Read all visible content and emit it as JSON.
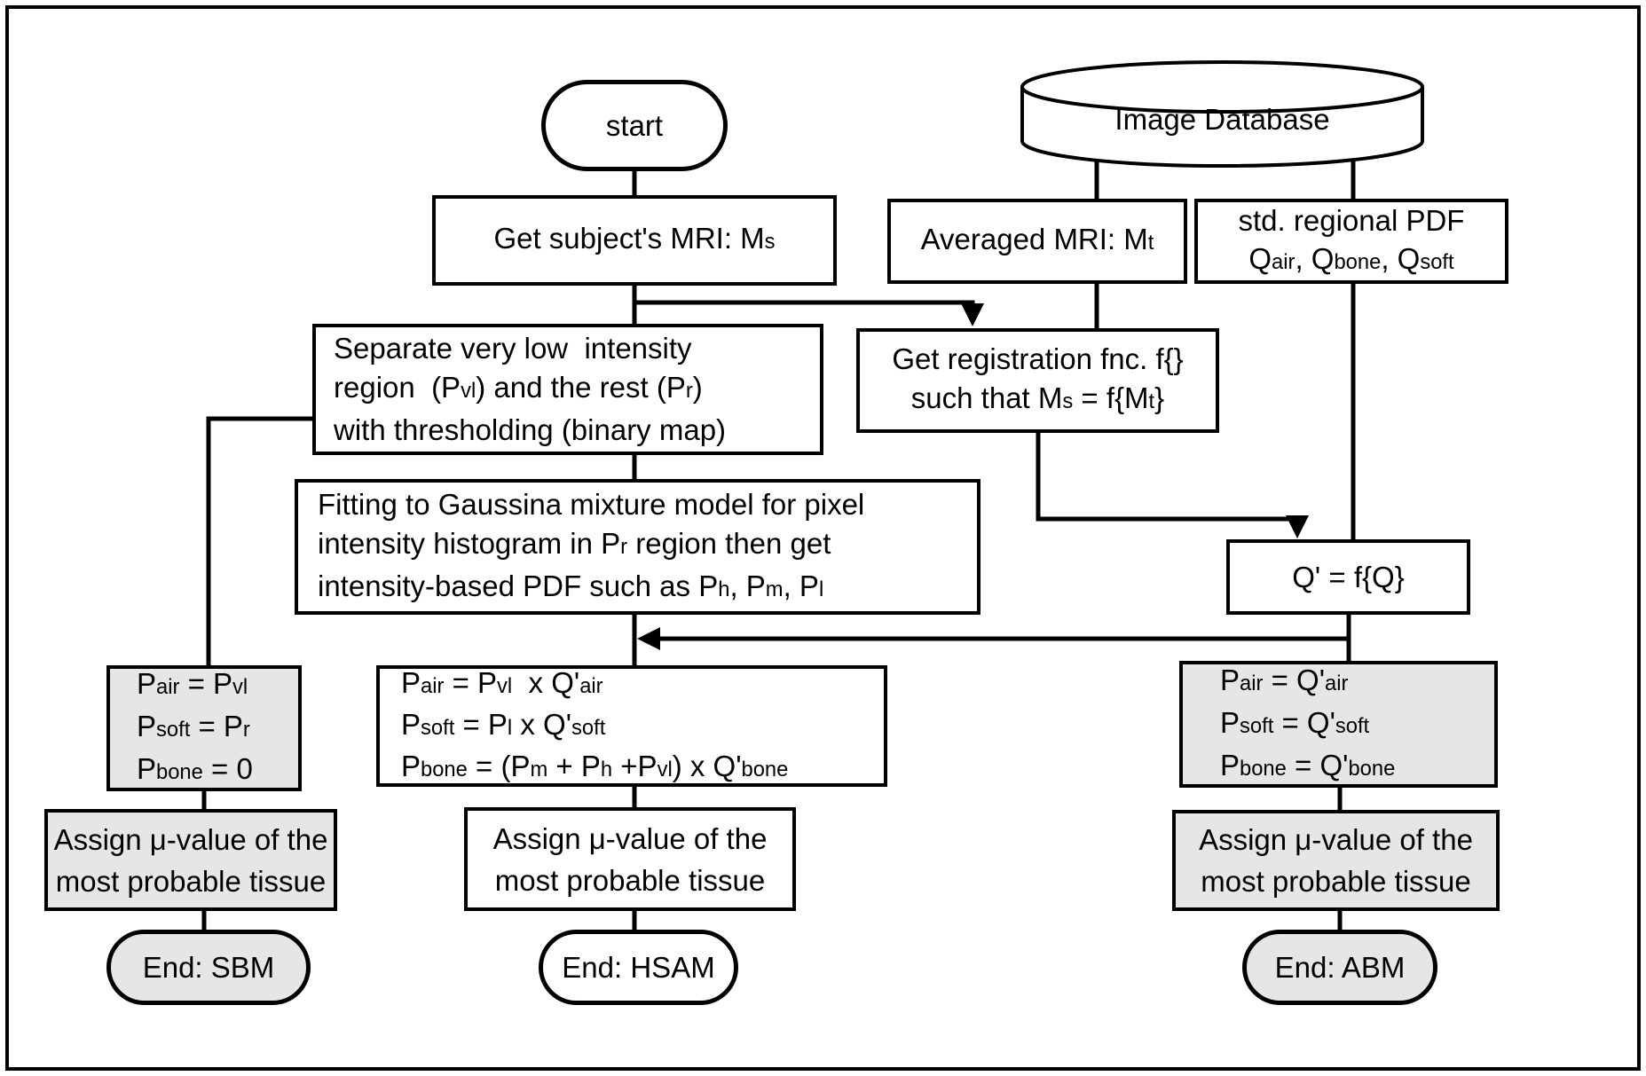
{
  "colors": {
    "line": "#000000",
    "node_fill_white": "#ffffff",
    "node_fill_gray": "#e6e6e6",
    "background": "#ffffff"
  },
  "nodes": {
    "start": {
      "label": "start"
    },
    "image_database": {
      "label": "Image Database"
    },
    "get_subject_mri": {
      "line1": [
        {
          "t": "Get subject's MRI: M"
        },
        {
          "t": "s",
          "s": 1
        }
      ]
    },
    "averaged_mri": {
      "line1": [
        {
          "t": "Averaged MRI: M"
        },
        {
          "t": "t",
          "s": 1
        }
      ]
    },
    "std_regional_pdf": {
      "line1": "std. regional PDF",
      "line2": [
        {
          "t": "Q"
        },
        {
          "t": "air",
          "s": 1
        },
        {
          "t": ", Q"
        },
        {
          "t": "bone",
          "s": 1
        },
        {
          "t": ", Q"
        },
        {
          "t": "soft",
          "s": 1
        }
      ]
    },
    "separate_threshold": {
      "line1": "Separate very low  intensity",
      "line2": [
        {
          "t": "region  (P"
        },
        {
          "t": "vl",
          "s": 1
        },
        {
          "t": ") and the rest (P"
        },
        {
          "t": "r",
          "s": 1
        },
        {
          "t": ")"
        }
      ],
      "line3": "with thresholding (binary map)"
    },
    "registration": {
      "line1": "Get registration fnc. f{}",
      "line2": [
        {
          "t": "such that M"
        },
        {
          "t": "s",
          "s": 1
        },
        {
          "t": " = f{M"
        },
        {
          "t": "t",
          "s": 1
        },
        {
          "t": "}"
        }
      ]
    },
    "gaussian_fitting": {
      "line1": "Fitting to Gaussina mixture model for pixel",
      "line2": [
        {
          "t": "intensity histogram in P"
        },
        {
          "t": "r",
          "s": 1
        },
        {
          "t": " region then get"
        }
      ],
      "line3": [
        {
          "t": "intensity-based PDF such as P"
        },
        {
          "t": "h",
          "s": 1
        },
        {
          "t": ", P"
        },
        {
          "t": "m",
          "s": 1
        },
        {
          "t": ", P"
        },
        {
          "t": "l",
          "s": 1
        }
      ]
    },
    "q_prime": {
      "label": "Q' = f{Q}"
    },
    "sbm_pdf": {
      "line1": [
        {
          "t": "P"
        },
        {
          "t": "air",
          "s": 1
        },
        {
          "t": " = P"
        },
        {
          "t": "vl",
          "s": 1
        }
      ],
      "line2": [
        {
          "t": "P"
        },
        {
          "t": "soft",
          "s": 1
        },
        {
          "t": " = P"
        },
        {
          "t": "r",
          "s": 1
        }
      ],
      "line3": [
        {
          "t": "P"
        },
        {
          "t": "bone",
          "s": 1
        },
        {
          "t": " = 0"
        }
      ]
    },
    "hsam_pdf": {
      "line1": [
        {
          "t": "P"
        },
        {
          "t": "air",
          "s": 1
        },
        {
          "t": " = P"
        },
        {
          "t": "vl",
          "s": 1
        },
        {
          "t": "  x Q'"
        },
        {
          "t": "air",
          "s": 1
        }
      ],
      "line2": [
        {
          "t": "P"
        },
        {
          "t": "soft",
          "s": 1
        },
        {
          "t": " = P"
        },
        {
          "t": "l",
          "s": 1
        },
        {
          "t": " x Q'"
        },
        {
          "t": "soft",
          "s": 1
        }
      ],
      "line3": [
        {
          "t": "P"
        },
        {
          "t": "bone",
          "s": 1
        },
        {
          "t": " = (P"
        },
        {
          "t": "m",
          "s": 1
        },
        {
          "t": " + P"
        },
        {
          "t": "h",
          "s": 1
        },
        {
          "t": " +P"
        },
        {
          "t": "vl",
          "s": 1
        },
        {
          "t": ") x Q'"
        },
        {
          "t": "bone",
          "s": 1
        }
      ]
    },
    "abm_pdf": {
      "line1": [
        {
          "t": "P"
        },
        {
          "t": "air",
          "s": 1
        },
        {
          "t": " = Q'"
        },
        {
          "t": "air",
          "s": 1
        }
      ],
      "line2": [
        {
          "t": "P"
        },
        {
          "t": "soft",
          "s": 1
        },
        {
          "t": " = Q'"
        },
        {
          "t": "soft",
          "s": 1
        }
      ],
      "line3": [
        {
          "t": "P"
        },
        {
          "t": "bone",
          "s": 1
        },
        {
          "t": " = Q'"
        },
        {
          "t": "bone",
          "s": 1
        }
      ]
    },
    "sbm_assign": {
      "line1": "Assign μ-value of the",
      "line2": "most probable tissue"
    },
    "hsam_assign": {
      "line1": "Assign μ-value of the",
      "line2": "most probable tissue"
    },
    "abm_assign": {
      "line1": "Assign μ-value of the",
      "line2": "most probable tissue"
    },
    "end_sbm": {
      "label": "End: SBM"
    },
    "end_hsam": {
      "label": "End: HSAM"
    },
    "end_abm": {
      "label": "End: ABM"
    }
  }
}
